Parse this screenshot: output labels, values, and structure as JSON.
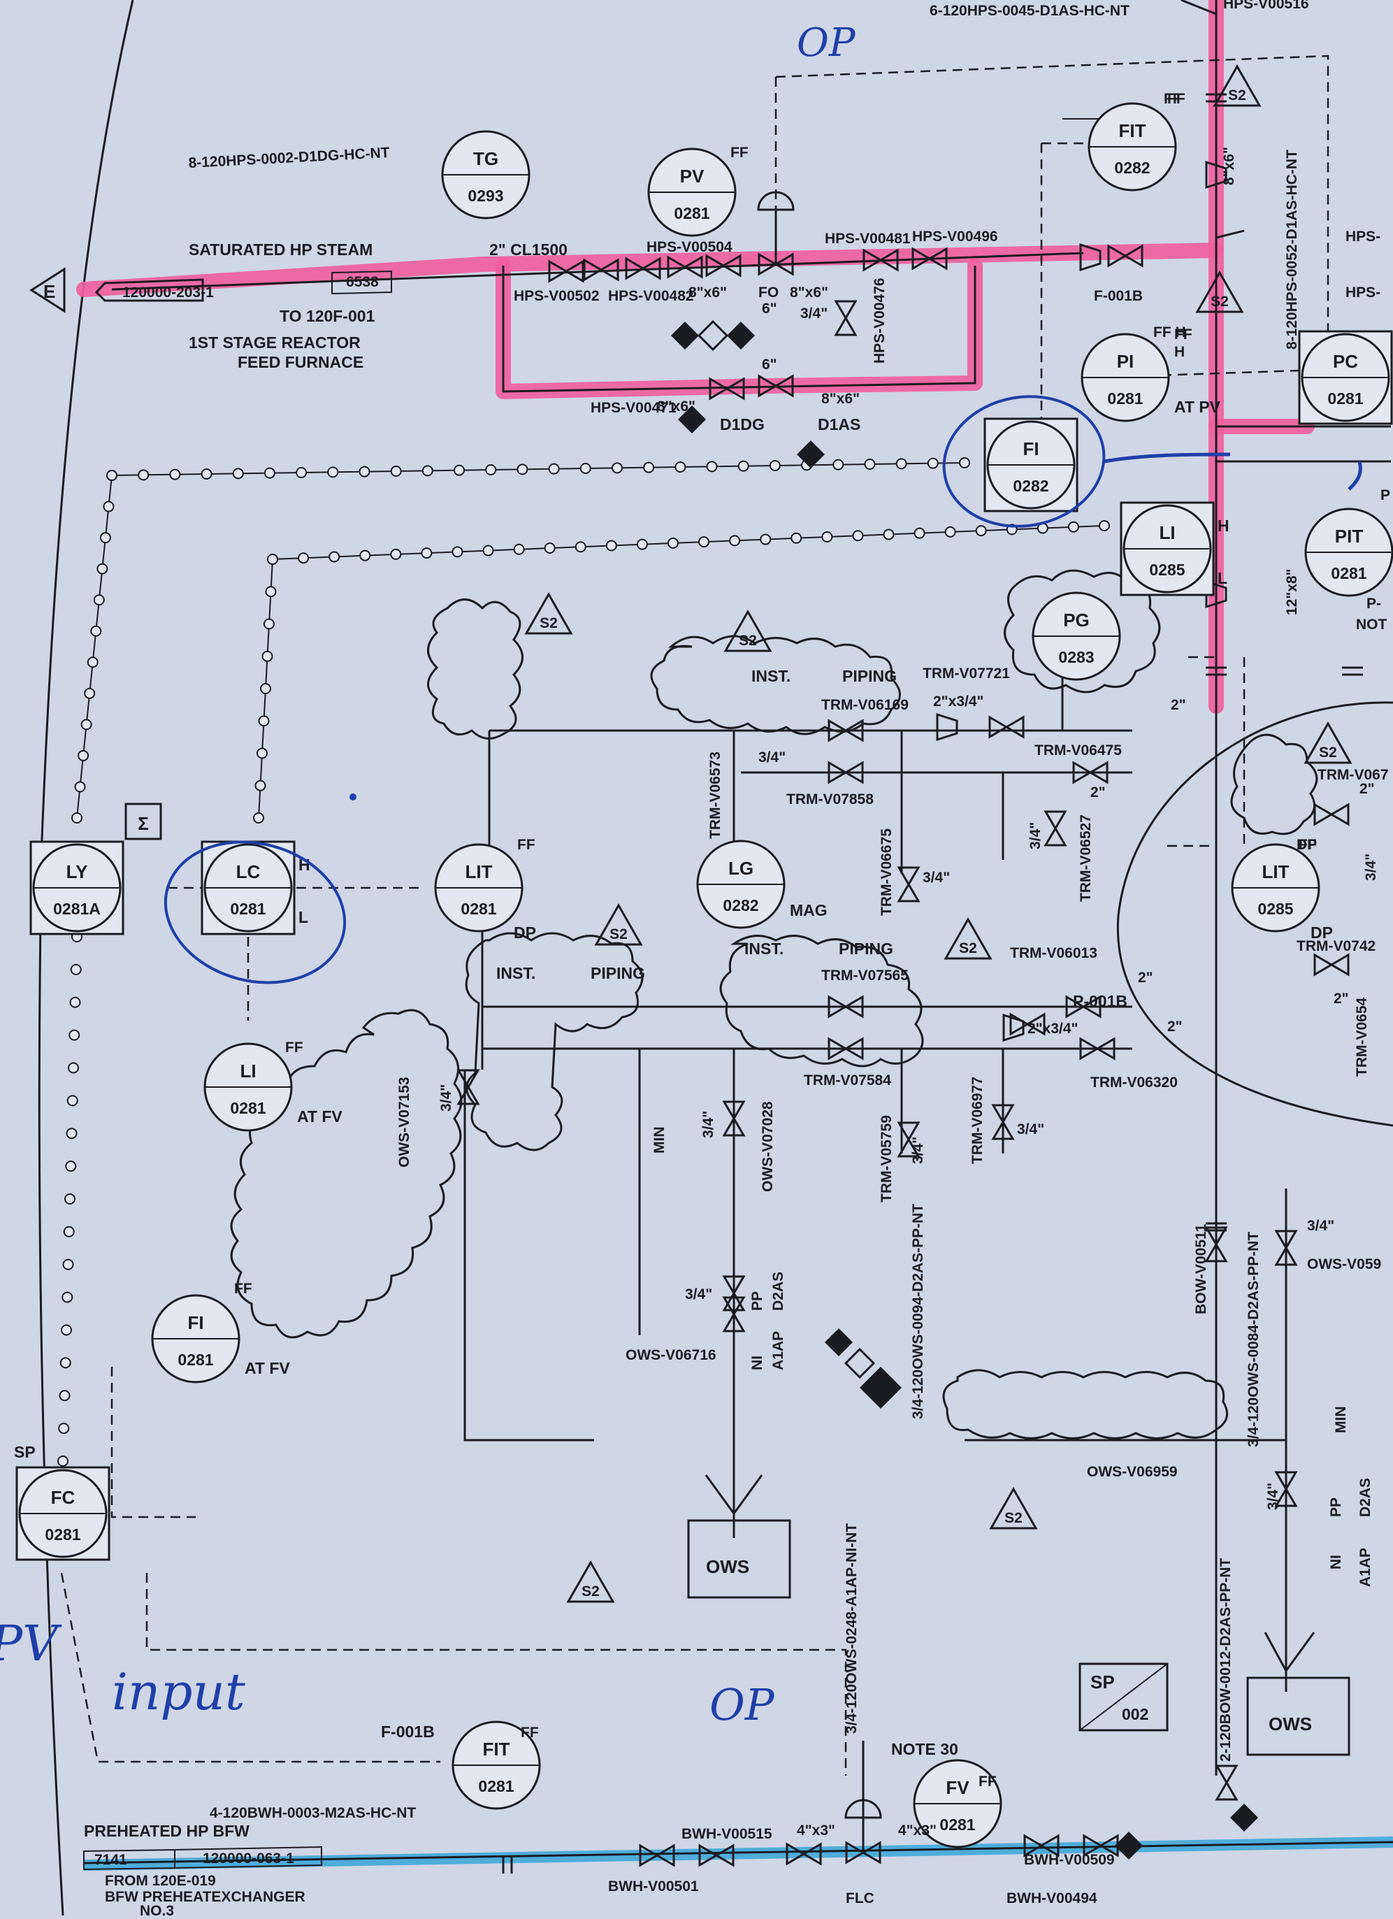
{
  "lines": {
    "l1": "6-120HPS-0045-D1AS-HC-NT",
    "l2": "HPS-V00516",
    "l3": "8-120HPS-0002-D1DG-HC-NT",
    "l4": "SATURATED HP STEAM",
    "l5": "120000-203-1",
    "l6": "6538",
    "l7": "TO 120F-001",
    "l8": "1ST STAGE REACTOR",
    "l9": "FEED FURNACE",
    "l10": "2\" CL1500",
    "l11": "8-120HPS-0052-D1AS-HC-NT",
    "l12": "3/4-120OWS-0094-D2AS-PP-NT",
    "l13": "3/4-120OWS-0248-A1AP-NI-NT",
    "l14": "3/4-120OWS-0084-D2AS-PP-NT",
    "l15": "2-120BOW-0012-D2AS-PP-NT",
    "l16": "4-120BWH-0003-M2AS-HC-NT",
    "l17": "PREHEATED HP BFW",
    "l18": "7141",
    "l19": "120000-063-1",
    "l20": "FROM 120E-019",
    "l21": "BFW PREHEATEXCHANGER",
    "l22": "NO.3",
    "l23": "NOTE 30",
    "l24": "F-001B",
    "l25": "F-001B",
    "l26": "P-001B",
    "l27": "HPS-",
    "l28": "HPS-",
    "l29": "P-",
    "l30": "NOT",
    "l31": "E"
  },
  "instruments": [
    {
      "id": "tg0293",
      "type": "TG",
      "num": "0293"
    },
    {
      "id": "pv0281",
      "type": "PV",
      "num": "0281",
      "note": "FF"
    },
    {
      "id": "fit0282",
      "type": "FIT",
      "num": "0282",
      "note": "FF"
    },
    {
      "id": "pi0281",
      "type": "PI",
      "num": "0281",
      "note": "FF H",
      "at": "AT PV"
    },
    {
      "id": "pc0281",
      "type": "PC",
      "num": "0281"
    },
    {
      "id": "fi0282",
      "type": "FI",
      "num": "0282"
    },
    {
      "id": "li0285",
      "type": "LI",
      "num": "0285",
      "hi": "H",
      "lo": "L"
    },
    {
      "id": "pit0281",
      "type": "PIT",
      "num": "0281"
    },
    {
      "id": "pg0283",
      "type": "PG",
      "num": "0283"
    },
    {
      "id": "ly0281a",
      "type": "LY",
      "num": "0281A",
      "sigma": "Σ"
    },
    {
      "id": "lc0281",
      "type": "LC",
      "num": "0281",
      "hi": "H",
      "lo": "L"
    },
    {
      "id": "lit0281",
      "type": "LIT",
      "num": "0281",
      "note": "FF",
      "dp": "DP"
    },
    {
      "id": "lg0282",
      "type": "LG",
      "num": "0282",
      "mag": "MAG"
    },
    {
      "id": "lit0285",
      "type": "LIT",
      "num": "0285",
      "note": "FF",
      "dp": "DP"
    },
    {
      "id": "li0281",
      "type": "LI",
      "num": "0281",
      "note": "FF",
      "at": "AT FV"
    },
    {
      "id": "fi0281",
      "type": "FI",
      "num": "0281",
      "note": "FF",
      "at": "AT FV"
    },
    {
      "id": "fc0281",
      "type": "FC",
      "num": "0281",
      "sp": "SP"
    },
    {
      "id": "fit0281",
      "type": "FIT",
      "num": "0281",
      "note": "FF"
    },
    {
      "id": "fv0281",
      "type": "FV",
      "num": "0281",
      "note": "FF"
    },
    {
      "id": "sp002",
      "type": "SP",
      "num": "002"
    }
  ],
  "valves": {
    "v1": "HPS-V00504",
    "v2": "HPS-V00481",
    "v3": "HPS-V00496",
    "v4": "HPS-V00502",
    "v5": "HPS-V00482",
    "v6": "HPS-V00476",
    "v7": "HPS-V00471",
    "v8": "TRM-V07721",
    "v9": "TRM-V06169",
    "v10": "TRM-V06573",
    "v11": "TRM-V07858",
    "v12": "TRM-V06475",
    "v13": "TRM-V06527",
    "v14": "TRM-V06675",
    "v15": "TRM-V07565",
    "v16": "TRM-V06013",
    "v17": "TRM-V07584",
    "v18": "TRM-V06320",
    "v19": "TRM-V05759",
    "v20": "TRM-V06977",
    "v21": "OWS-V07153",
    "v22": "OWS-V07028",
    "v23": "OWS-V06716",
    "v24": "OWS-V06959",
    "v25": "BOW-V00511",
    "v26": "OWS-V059",
    "v27": "TRM-V067",
    "v28": "TRM-V0742",
    "v29": "TRM-V0654",
    "v30": "BWH-V00515",
    "v31": "BWH-V00501",
    "v32": "BWH-V00509",
    "v33": "BWH-V00494",
    "v34": "F-001B"
  },
  "sizes": {
    "s1": "8\"x6\"",
    "s2": "FO",
    "s3": "8\"x6\"",
    "s4": "6\"",
    "s5": "3/4\"",
    "s6": "6\"",
    "s7": "8\"x6\"",
    "s8": "8\"x6\"",
    "s9": "D1DG",
    "s10": "D1AS",
    "s11": "8\"x6\"",
    "s12": "12\"x8\"",
    "s13": "2\"x3/4\"",
    "s14": "3/4\"",
    "s15": "2\"",
    "s16": "3/4\"",
    "s17": "2\"",
    "s18": "3/4\"",
    "s19": "2\"",
    "s20": "2\"x3/4\"",
    "s21": "2\"",
    "s22": "3/4\"",
    "s23": "3/4\"",
    "s24": "3/4\"",
    "s25": "3/4\"",
    "s26": "3/4\"",
    "s27": "PP",
    "s28": "D2AS",
    "s29": "NI",
    "s30": "A1AP",
    "s31": "MIN",
    "s32": "MIN",
    "s33": "3/4\"",
    "s34": "PP",
    "s35": "D2AS",
    "s36": "NI",
    "s37": "A1AP",
    "s38": "3/4\"",
    "s39": "4\"x3\"",
    "s40": "4\"x3\"",
    "s41": "FLC",
    "s42": "2\"",
    "s43": "3/4\"",
    "s44": "2\"",
    "s45": "FF",
    "s46": "FF",
    "s47": "H",
    "s48": "DP",
    "s49": "P"
  },
  "clouds": {
    "inst": "INST.",
    "piping": "PIPING",
    "rev": "S2"
  },
  "tanks": {
    "ows": "OWS"
  },
  "handwritten": {
    "op_top": "OP",
    "op_bottom": "OP",
    "input": "input",
    "pv": "PV"
  },
  "colors": {
    "steam_highlight": "#f0609f",
    "bfw_highlight": "#3fa9d8",
    "ink": "#1b1b22",
    "pen": "#1f3fa8",
    "paper": "#cfd6e6"
  }
}
